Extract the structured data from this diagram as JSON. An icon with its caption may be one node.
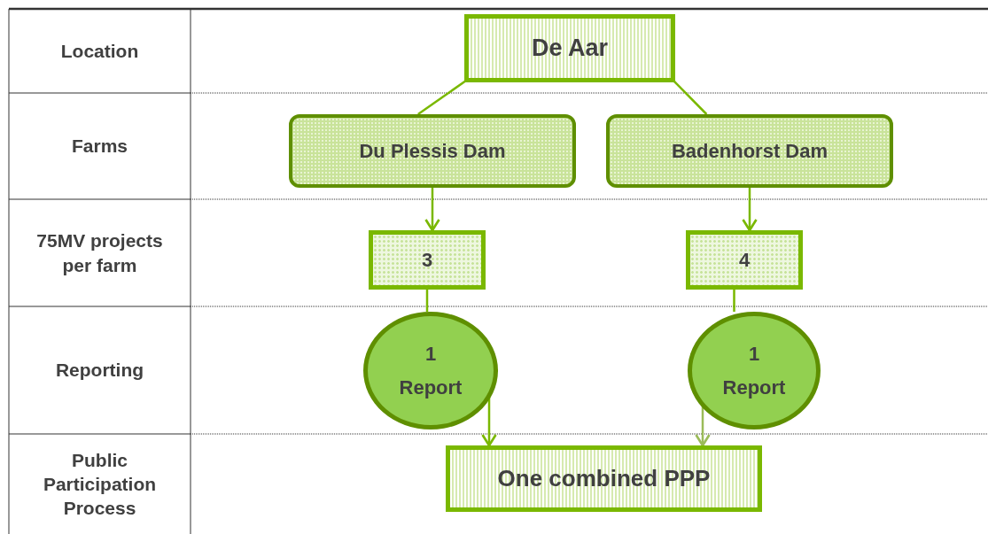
{
  "diagram": {
    "nodes": [
      {
        "text": [
          "De Aar"
        ]
      },
      {
        "text": [
          "Du Plessis Dam"
        ]
      },
      {
        "text": [
          "Badenhorst Dam"
        ]
      },
      {
        "text": [
          "3"
        ]
      },
      {
        "text": [
          "4"
        ]
      },
      {
        "text": [
          "1 Report"
        ]
      },
      {
        "text": [
          "1 Report"
        ]
      },
      {
        "text": [
          "One combined PPP"
        ]
      }
    ],
    "edges": [
      {
        "from": 0,
        "to": 1,
        "arrow": "none"
      },
      {
        "from": 0,
        "to": 2,
        "arrow": "none"
      },
      {
        "from": 1,
        "to": 3,
        "arrow": "to"
      },
      {
        "from": 2,
        "to": 4,
        "arrow": "to"
      },
      {
        "from": 3,
        "to": 5,
        "arrow": "none"
      },
      {
        "from": 4,
        "to": 6,
        "arrow": "none"
      },
      {
        "from": 5,
        "to": 7,
        "arrow": "to"
      },
      {
        "from": 6,
        "to": 7,
        "arrow": "to",
        "color": "#9bbb59"
      }
    ],
    "labels": [
      "Location",
      "Farms",
      "75MV projects per farm",
      "Reporting",
      "Public Participation Process"
    ]
  }
}
